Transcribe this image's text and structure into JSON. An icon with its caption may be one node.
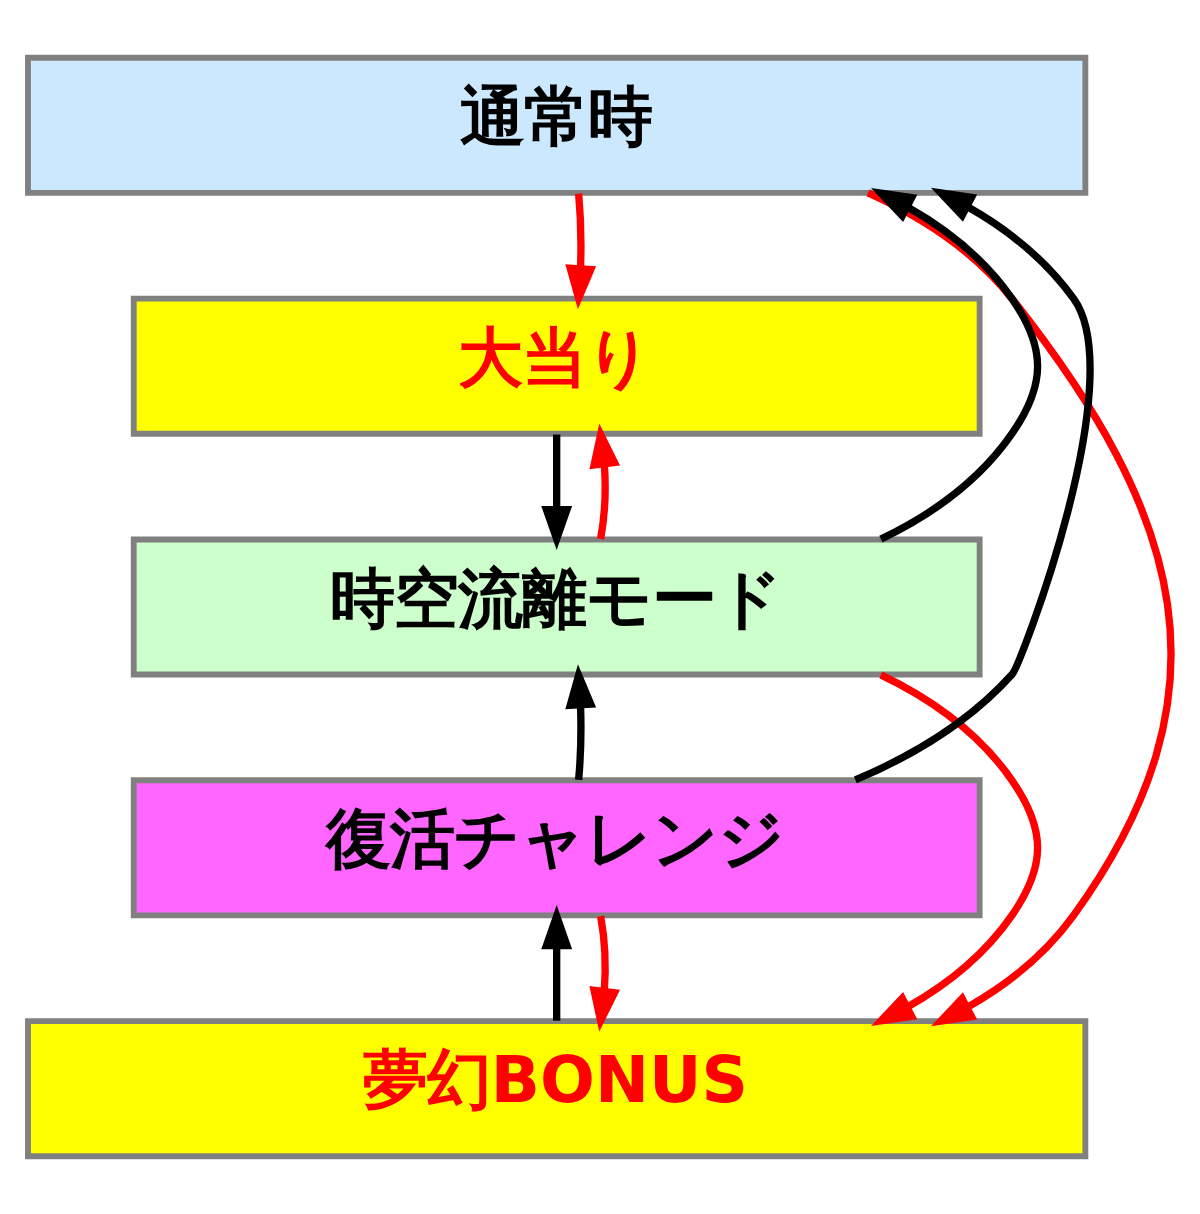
{
  "diagram": {
    "nodes": [
      {
        "text": [
          "通常時"
        ]
      },
      {
        "text": [
          "大当り"
        ]
      },
      {
        "text": [
          "時空流離モード"
        ]
      },
      {
        "text": [
          "復活チャレンジ"
        ]
      },
      {
        "text": [
          "夢幻BONUS"
        ]
      }
    ],
    "edges": [
      {
        "from": 0,
        "to": 1,
        "arrow": "to",
        "color": "#ff0000"
      },
      {
        "from": 1,
        "to": 2,
        "arrow": "to",
        "color": "#000000"
      },
      {
        "from": 2,
        "to": 1,
        "arrow": "to",
        "color": "#ff0000"
      },
      {
        "from": 2,
        "to": 0,
        "arrow": "to",
        "color": "#000000"
      },
      {
        "from": 3,
        "to": 0,
        "arrow": "to",
        "color": "#000000"
      },
      {
        "from": 3,
        "to": 2,
        "arrow": "to",
        "color": "#000000"
      },
      {
        "from": 4,
        "to": 3,
        "arrow": "to",
        "color": "#000000"
      },
      {
        "from": 3,
        "to": 4,
        "arrow": "to",
        "color": "#ff0000"
      },
      {
        "from": 2,
        "to": 4,
        "arrow": "to",
        "color": "#ff0000"
      },
      {
        "from": 0,
        "to": 4,
        "arrow": "to",
        "color": "#ff0000"
      }
    ]
  }
}
